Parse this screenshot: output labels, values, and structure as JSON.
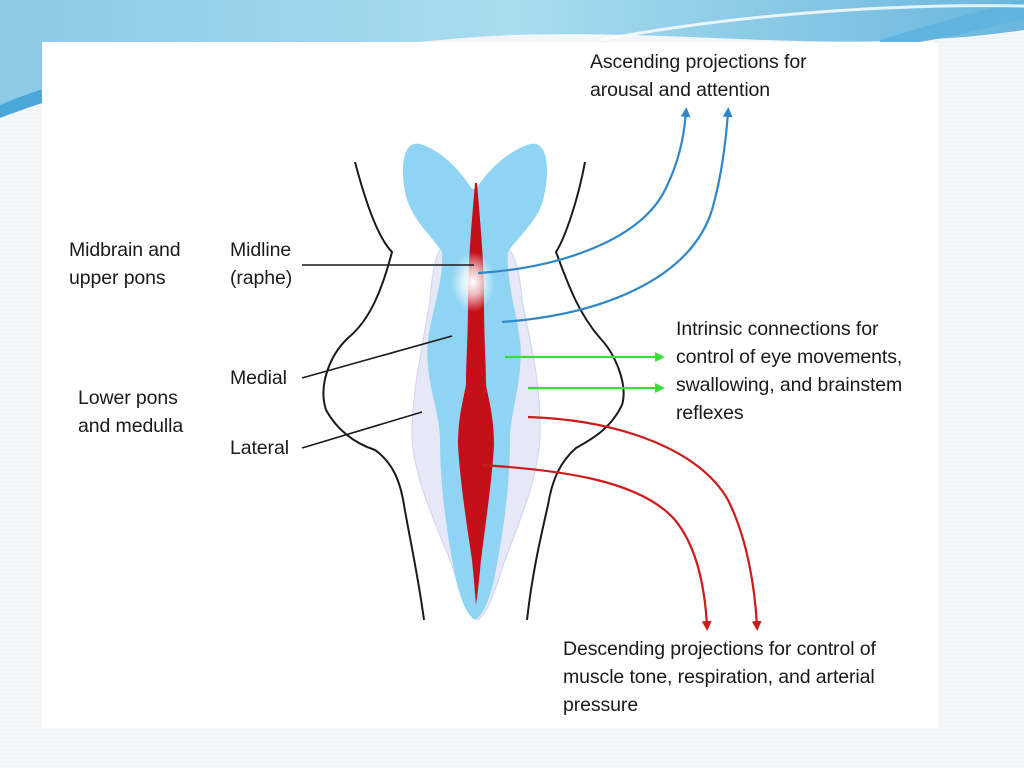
{
  "labels": {
    "ascending": [
      "Ascending projections for",
      "arousal and attention"
    ],
    "region_upper": [
      "Midbrain and",
      "upper pons"
    ],
    "region_lower": [
      "Lower pons",
      "and medulla"
    ],
    "midline": [
      "Midline",
      "(raphe)"
    ],
    "medial": "Medial",
    "lateral": "Lateral",
    "intrinsic": [
      "Intrinsic connections for",
      "control of eye movements,",
      "swallowing, and brainstem",
      "reflexes"
    ],
    "descending": [
      "Descending projections for control of",
      "muscle tone, respiration, and arterial",
      "pressure"
    ]
  },
  "colors": {
    "ascending_arrow": "#2f86c8",
    "intrinsic_arrow": "#3ddc3d",
    "descending_arrow": "#cc1b1b",
    "midline_zone": "#c40f18",
    "medial_zone": "#8fd4f3",
    "lateral_zone": "#e6e8f8",
    "outline": "#1a1a1a"
  }
}
